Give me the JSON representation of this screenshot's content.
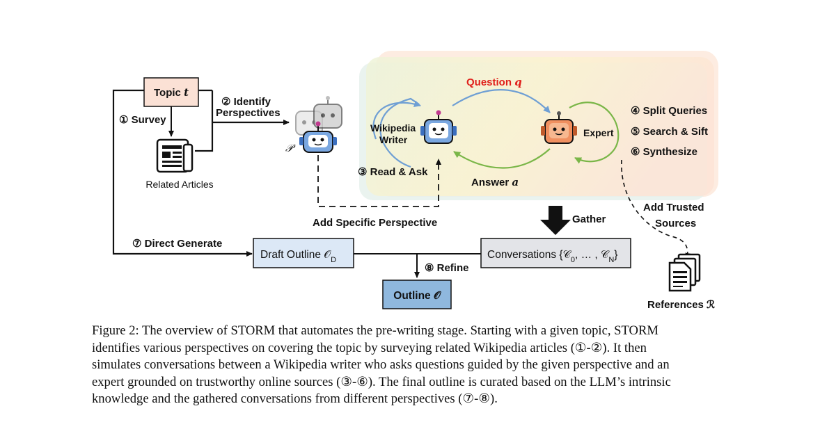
{
  "diagram": {
    "topic_label": "Topic",
    "topic_var": "t",
    "step1": "① Survey",
    "step2_line1": "② Identify",
    "step2_line2": "Perspectives",
    "related_articles": "Related Articles",
    "perspective_var": "𝒫",
    "question_label": "Question",
    "question_var": "q",
    "writer_line1": "Wikipedia",
    "writer_line2": "Writer",
    "expert": "Expert",
    "step3": "③ Read & Ask",
    "answer_label": "Answer",
    "answer_var": "a",
    "step4": "④ Split Queries",
    "step5": "⑤ Search & Sift",
    "step6": "⑥ Synthesize",
    "add_specific": "Add Specific Perspective",
    "gather": "Gather",
    "add_trusted_line1": "Add Trusted",
    "add_trusted_line2": "Sources",
    "step7": "⑦ Direct Generate",
    "draft_outline": "Draft Outline 𝒪",
    "draft_sub": "D",
    "conversations": "Conversations {𝒞",
    "conv_sub0": "0",
    "conv_mid": ", … , 𝒞",
    "conv_subN": "N",
    "conv_end": "}",
    "step8": "⑧ Refine",
    "outline": "Outline 𝒪",
    "references": "References ℛ"
  },
  "colors": {
    "topic_box": "#fbe1d5",
    "draft_box": "#dce8f6",
    "conv_box": "#e3e4e8",
    "outline_box": "#8fb8de",
    "question_red": "#e0201b",
    "writer_arrow": "#6f9fd4",
    "expert_arrow": "#7ab648",
    "writer_robot": "#7aa7e0",
    "expert_robot": "#f09060"
  },
  "caption": {
    "line1": "Figure 2: The overview of STORM that automates the pre-writing stage. Starting with a given topic, STORM",
    "line2": "identifies various perspectives on covering the topic by surveying related Wikipedia articles (①-②). It then",
    "line3": "simulates conversations between a Wikipedia writer who asks questions guided by the given perspective and an",
    "line4": "expert grounded on trustworthy online sources (③-⑥). The final outline is curated based on the LLM’s intrinsic",
    "line5": "knowledge and the gathered conversations from different perspectives (⑦-⑧)."
  }
}
